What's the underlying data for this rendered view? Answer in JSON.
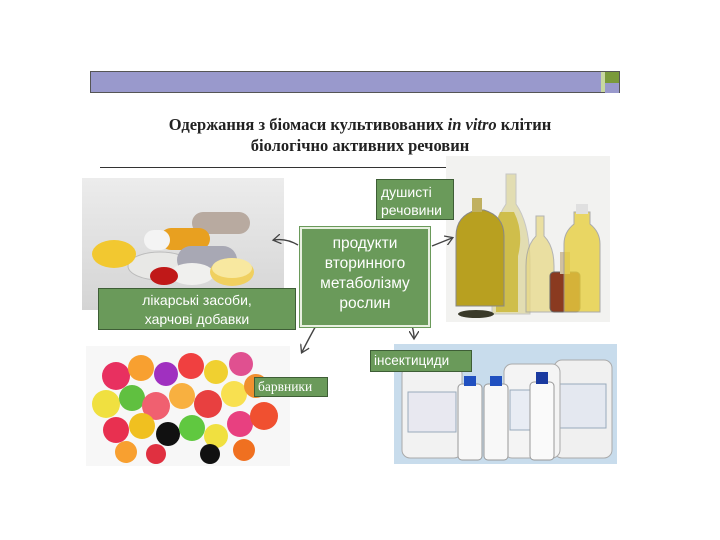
{
  "title": {
    "line1_pre": "Одержання з біомаси культивованих ",
    "line1_italic": "in vitro",
    "line1_post": " клітин",
    "line2": "біологічно активних речовин"
  },
  "center": {
    "line1": "продукти",
    "line2": "вторинного",
    "line3": "метаболізму",
    "line4": "рослин"
  },
  "labels": {
    "medicine_line1": "лікарські засоби,",
    "medicine_line2": "харчові добавки",
    "aroma_line1": "душисті",
    "aroma_line2": "речовини",
    "dyes": "барвники",
    "insecticides": "інсектициди"
  },
  "colors": {
    "box_green": "#6a9a5a",
    "bar_lavender": "#9999cc",
    "bar_green": "#7a9a3a"
  }
}
